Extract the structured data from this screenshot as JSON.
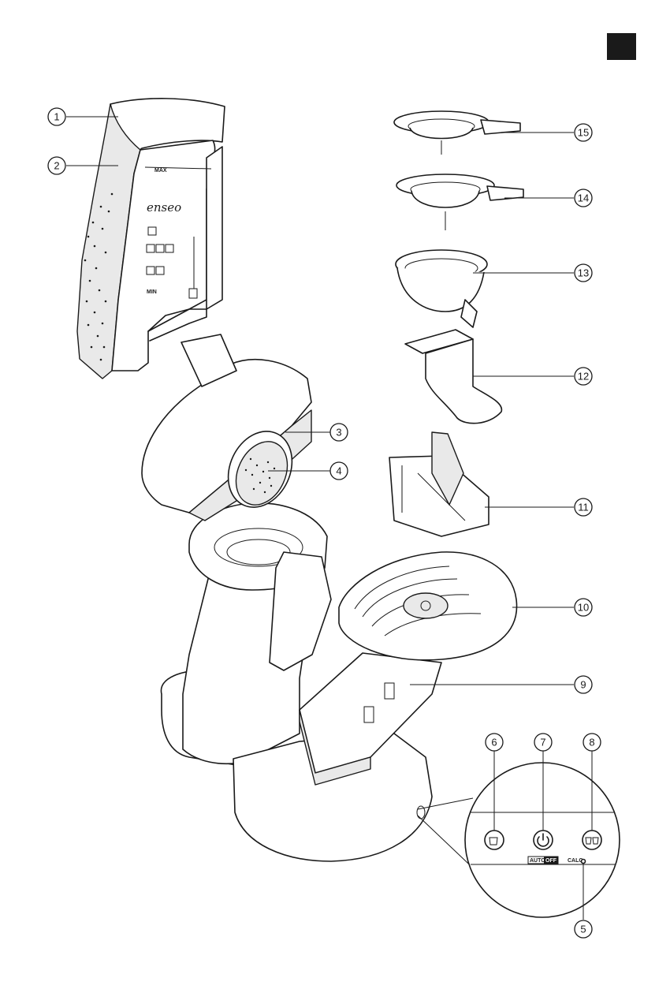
{
  "callouts": [
    {
      "id": "1",
      "label": "1"
    },
    {
      "id": "2",
      "label": "2"
    },
    {
      "id": "3",
      "label": "3"
    },
    {
      "id": "4",
      "label": "4"
    },
    {
      "id": "5",
      "label": "5"
    },
    {
      "id": "6",
      "label": "6"
    },
    {
      "id": "7",
      "label": "7"
    },
    {
      "id": "8",
      "label": "8"
    },
    {
      "id": "9",
      "label": "9"
    },
    {
      "id": "10",
      "label": "10"
    },
    {
      "id": "11",
      "label": "11"
    },
    {
      "id": "12",
      "label": "12"
    },
    {
      "id": "13",
      "label": "13"
    },
    {
      "id": "14",
      "label": "14"
    },
    {
      "id": "15",
      "label": "15"
    }
  ],
  "tank": {
    "max_label": "MAX",
    "min_label": "MIN",
    "brand_label": "enseo"
  },
  "control_panel": {
    "auto_label": "AUTO",
    "off_label": "OFF",
    "calc_label": "CALC"
  },
  "colors": {
    "ink": "#1a1a1a",
    "page_tab": "#1a1a1a",
    "background": "#ffffff"
  }
}
